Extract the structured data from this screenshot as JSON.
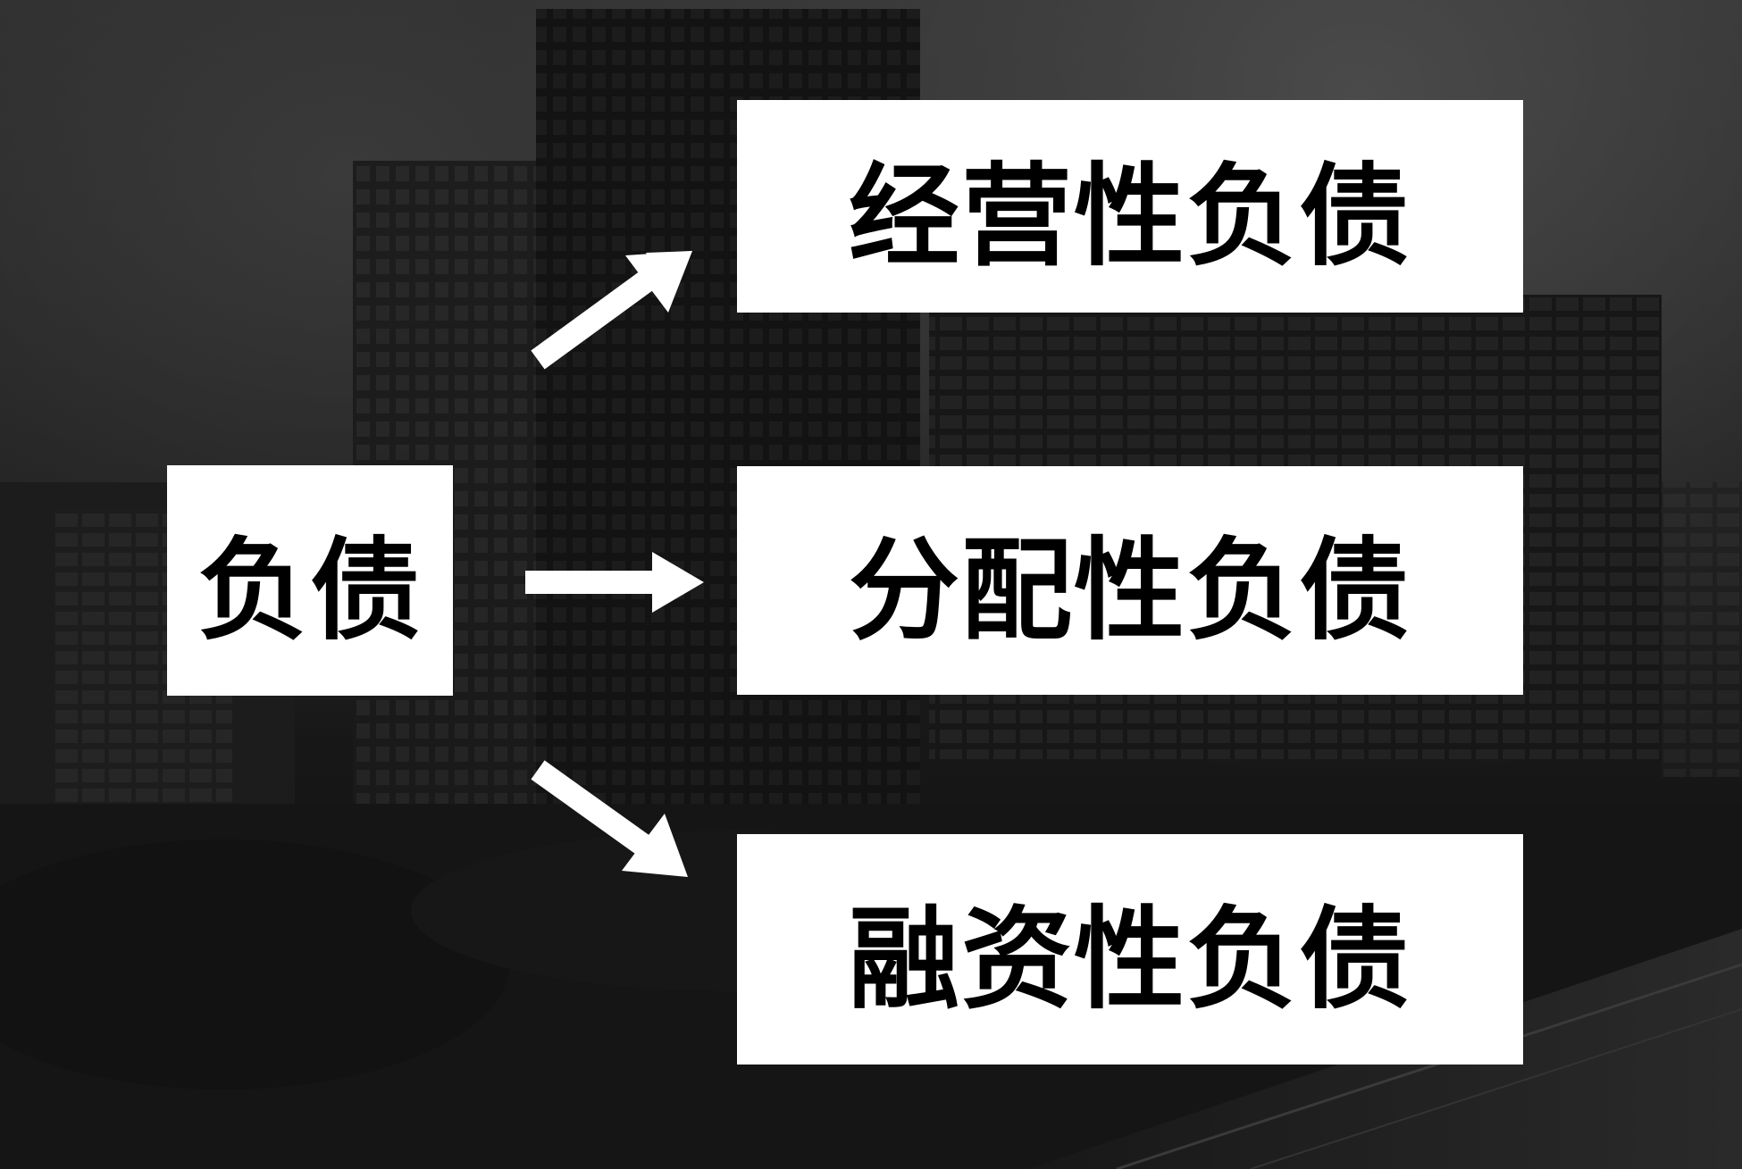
{
  "diagram": {
    "source": {
      "label": "负债"
    },
    "targets": [
      {
        "label": "经营性负债"
      },
      {
        "label": "分配性负债"
      },
      {
        "label": "融资性负债"
      }
    ]
  },
  "colors": {
    "box_fill": "#ffffff",
    "box_text": "#000000",
    "arrow": "#ffffff",
    "background": "#1e1e1e"
  }
}
